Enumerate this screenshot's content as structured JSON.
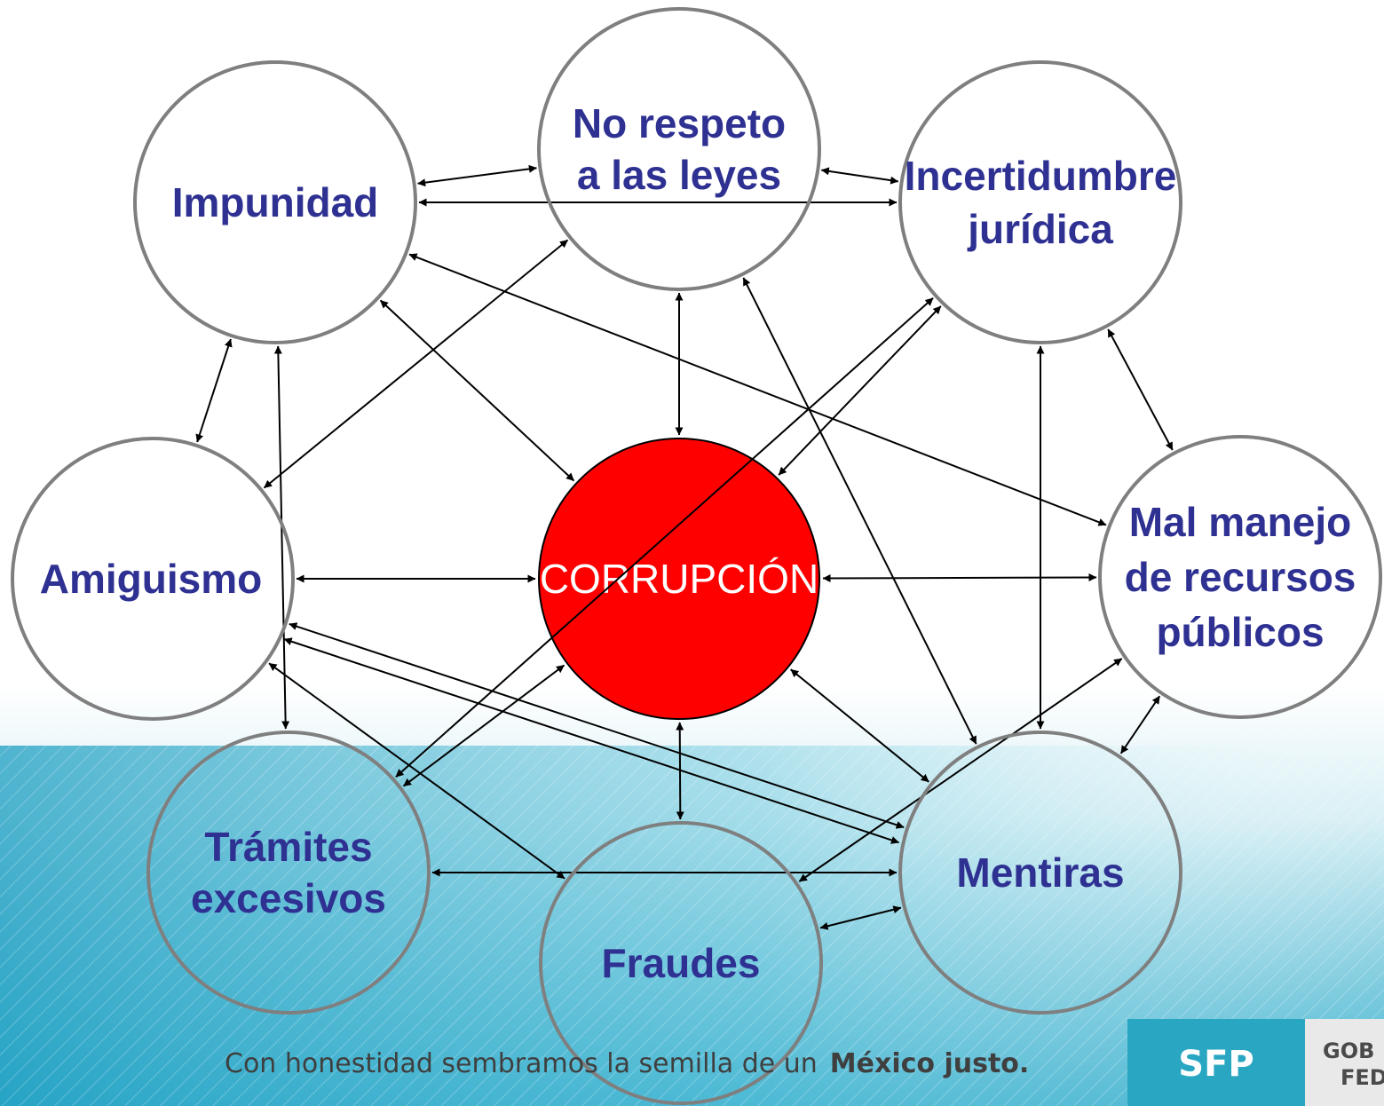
{
  "center": {
    "id": "corrupcion",
    "label": "CORRUPCIÓN",
    "color": "#ff0000"
  },
  "nodes": [
    {
      "id": "no-respeto",
      "lines": [
        "No respeto",
        "a las leyes"
      ]
    },
    {
      "id": "impunidad",
      "lines": [
        "Impunidad"
      ]
    },
    {
      "id": "incertidumbre",
      "lines": [
        "Incertidumbre",
        "jurídica"
      ]
    },
    {
      "id": "amiguismo",
      "lines": [
        "Amiguismo"
      ]
    },
    {
      "id": "mal-manejo",
      "lines": [
        "Mal manejo",
        "de recursos",
        "públicos"
      ]
    },
    {
      "id": "tramites",
      "lines": [
        "Trámites",
        "excesivos"
      ]
    },
    {
      "id": "fraudes",
      "lines": [
        "Fraudes"
      ]
    },
    {
      "id": "mentiras",
      "lines": [
        "Mentiras"
      ]
    }
  ],
  "edges": [
    [
      "impunidad",
      "no-respeto"
    ],
    [
      "no-respeto",
      "incertidumbre"
    ],
    [
      "impunidad",
      "incertidumbre"
    ],
    [
      "no-respeto",
      "corrupcion"
    ],
    [
      "no-respeto",
      "amiguismo"
    ],
    [
      "no-respeto",
      "mentiras"
    ],
    [
      "impunidad",
      "amiguismo"
    ],
    [
      "impunidad",
      "tramites"
    ],
    [
      "impunidad",
      "corrupcion"
    ],
    [
      "impunidad",
      "mal-manejo"
    ],
    [
      "incertidumbre",
      "corrupcion"
    ],
    [
      "incertidumbre",
      "mal-manejo"
    ],
    [
      "incertidumbre",
      "mentiras"
    ],
    [
      "incertidumbre",
      "tramites"
    ],
    [
      "amiguismo",
      "corrupcion"
    ],
    [
      "amiguismo",
      "fraudes"
    ],
    [
      "amiguismo",
      "mentiras"
    ],
    [
      "amiguismo",
      "mentiras-lower"
    ],
    [
      "corrupcion",
      "mal-manejo"
    ],
    [
      "corrupcion",
      "fraudes"
    ],
    [
      "corrupcion",
      "mentiras"
    ],
    [
      "corrupcion",
      "tramites"
    ],
    [
      "tramites",
      "mentiras"
    ],
    [
      "fraudes",
      "mentiras"
    ],
    [
      "fraudes",
      "mal-manejo"
    ],
    [
      "mentiras",
      "mal-manejo"
    ]
  ],
  "colors": {
    "node_stroke": "#7f7f7f",
    "node_fill": "#ffffff",
    "label": "#2e3192",
    "arrow": "#000000",
    "footer_teal": "#2aa3c4",
    "logo_bg": "#29a7c2"
  },
  "footer": {
    "slogan_prefix": "Con honestidad sembramos la semilla de un",
    "slogan_bold": "México justo.",
    "logo_sfp": "SFP",
    "logo_gob_line1": "GOB",
    "logo_gob_line2": "FED"
  }
}
